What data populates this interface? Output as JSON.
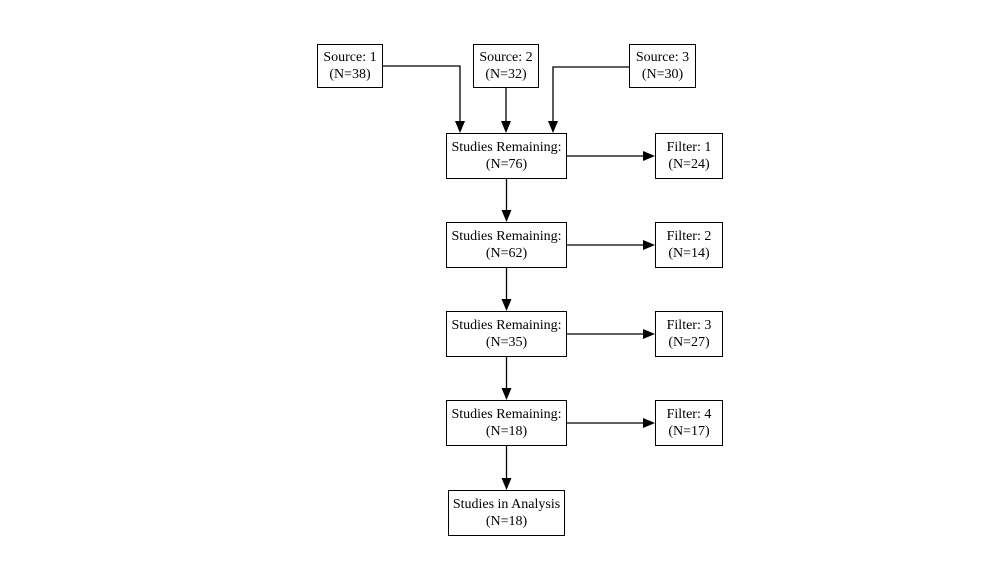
{
  "diagram": {
    "title": "study-selection-flowchart",
    "colors": {
      "box_border": "#000000",
      "box_fill": "#ffffff",
      "edge": "#000000",
      "background": "#ffffff"
    },
    "sources": [
      {
        "label": "Source: 1",
        "count": "(N=38)"
      },
      {
        "label": "Source: 2",
        "count": "(N=32)"
      },
      {
        "label": "Source: 3",
        "count": "(N=30)"
      }
    ],
    "stages": [
      {
        "label": "Studies Remaining:",
        "count": "(N=76)"
      },
      {
        "label": "Studies Remaining:",
        "count": "(N=62)"
      },
      {
        "label": "Studies Remaining:",
        "count": "(N=35)"
      },
      {
        "label": "Studies Remaining:",
        "count": "(N=18)"
      }
    ],
    "filters": [
      {
        "label": "Filter: 1",
        "count": "(N=24)"
      },
      {
        "label": "Filter: 2",
        "count": "(N=14)"
      },
      {
        "label": "Filter: 3",
        "count": "(N=27)"
      },
      {
        "label": "Filter: 4",
        "count": "(N=17)"
      }
    ],
    "final": {
      "label": "Studies in Analysis",
      "count": "(N=18)"
    }
  }
}
